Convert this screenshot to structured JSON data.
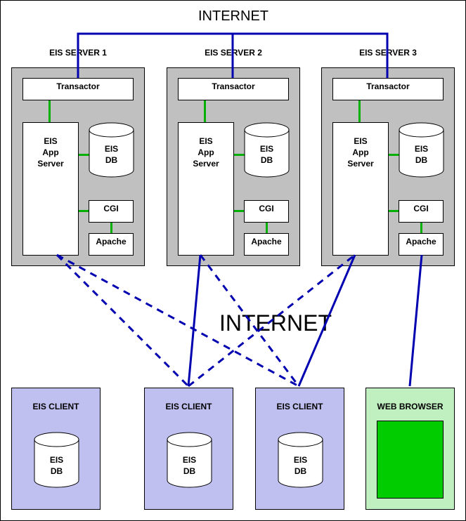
{
  "title_top": "INTERNET",
  "title_middle": "INTERNET",
  "colors": {
    "server_bg": "#c0c0c0",
    "client_bg": "#c0c0f0",
    "browser_bg": "#c0f0c0",
    "browser_screen": "#00cc00",
    "link_blue": "#0000b0",
    "connector_green": "#00b000"
  },
  "servers": [
    {
      "label": "EIS SERVER 1",
      "transactor": "Transactor",
      "app": [
        "EIS",
        "App",
        "Server"
      ],
      "db": [
        "EIS",
        "DB"
      ],
      "cgi": "CGI",
      "apache": "Apache"
    },
    {
      "label": "EIS SERVER 2",
      "transactor": "Transactor",
      "app": [
        "EIS",
        "App",
        "Server"
      ],
      "db": [
        "EIS",
        "DB"
      ],
      "cgi": "CGI",
      "apache": "Apache"
    },
    {
      "label": "EIS SERVER 3",
      "transactor": "Transactor",
      "app": [
        "EIS",
        "App",
        "Server"
      ],
      "db": [
        "EIS",
        "DB"
      ],
      "cgi": "CGI",
      "apache": "Apache"
    }
  ],
  "clients": [
    {
      "label": "EIS CLIENT",
      "db": [
        "EIS",
        "DB"
      ]
    },
    {
      "label": "EIS CLIENT",
      "db": [
        "EIS",
        "DB"
      ]
    },
    {
      "label": "EIS CLIENT",
      "db": [
        "EIS",
        "DB"
      ]
    }
  ],
  "browser": {
    "label": "WEB BROWSER"
  },
  "connections": [
    {
      "from": "client-2",
      "to": "server-2-app",
      "style": "solid"
    },
    {
      "from": "client-3",
      "to": "server-3-app",
      "style": "solid"
    },
    {
      "from": "browser",
      "to": "server-3-apache",
      "style": "solid"
    },
    {
      "from": "server-1-app",
      "to": "client-2",
      "style": "dashed"
    },
    {
      "from": "server-1-app",
      "to": "client-3",
      "style": "dashed"
    },
    {
      "from": "server-2-app",
      "to": "client-3",
      "style": "dashed"
    },
    {
      "from": "client-2",
      "to": "server-3-app",
      "style": "dashed"
    }
  ]
}
